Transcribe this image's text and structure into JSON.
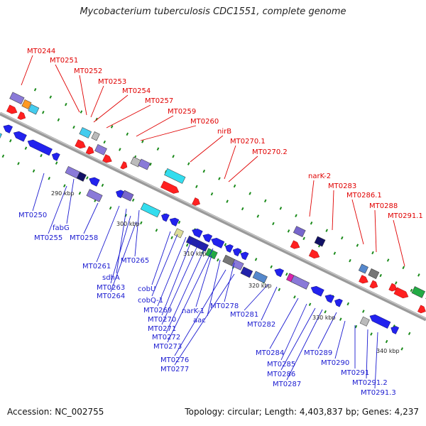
{
  "header": {
    "title": "Mycobacterium tuberculosis CDC1551, complete genome"
  },
  "footer": {
    "accession": "Accession: NC_002755",
    "summary": "Topology: circular; Length: 4,403,837 bp; Genes: 4,237"
  },
  "colors": {
    "forward_gene": "#ff2020",
    "reverse_gene": "#2222ee",
    "label_forward": "#e00000",
    "label_reverse": "#1a1ad0",
    "backbone": "#888888",
    "tick": "#1a8a1a"
  },
  "scale_ticks": [
    "290 kbp",
    "300 kbp",
    "310 kbp",
    "320 kbp",
    "330 kbp",
    "340 kbp"
  ],
  "top_labels": [
    "MT0244",
    "MT0251",
    "MT0252",
    "MT0253",
    "MT0254",
    "MT0257",
    "MT0259",
    "MT0260",
    "nirB",
    "MT0270.1",
    "MT0270.2",
    "narK-2",
    "MT0283",
    "MT0286.1",
    "MT0288",
    "MT0291.1"
  ],
  "bottom_labels": [
    "MT0250",
    "fabG",
    "MT0255",
    "MT0258",
    "MT0261",
    "sdhA",
    "MT0265",
    "MT0263",
    "MT0264",
    "cobU",
    "cobQ-1",
    "MT0269",
    "MT0270",
    "MT0271",
    "MT0272",
    "MT0273",
    "narK-1",
    "aac",
    "MT0278",
    "MT0281",
    "MT0282",
    "MT0276",
    "MT0277",
    "MT0284",
    "MT0285",
    "MT0286",
    "MT0287",
    "MT0289",
    "MT0290",
    "MT0291",
    "MT0291.2",
    "MT0291.3"
  ]
}
